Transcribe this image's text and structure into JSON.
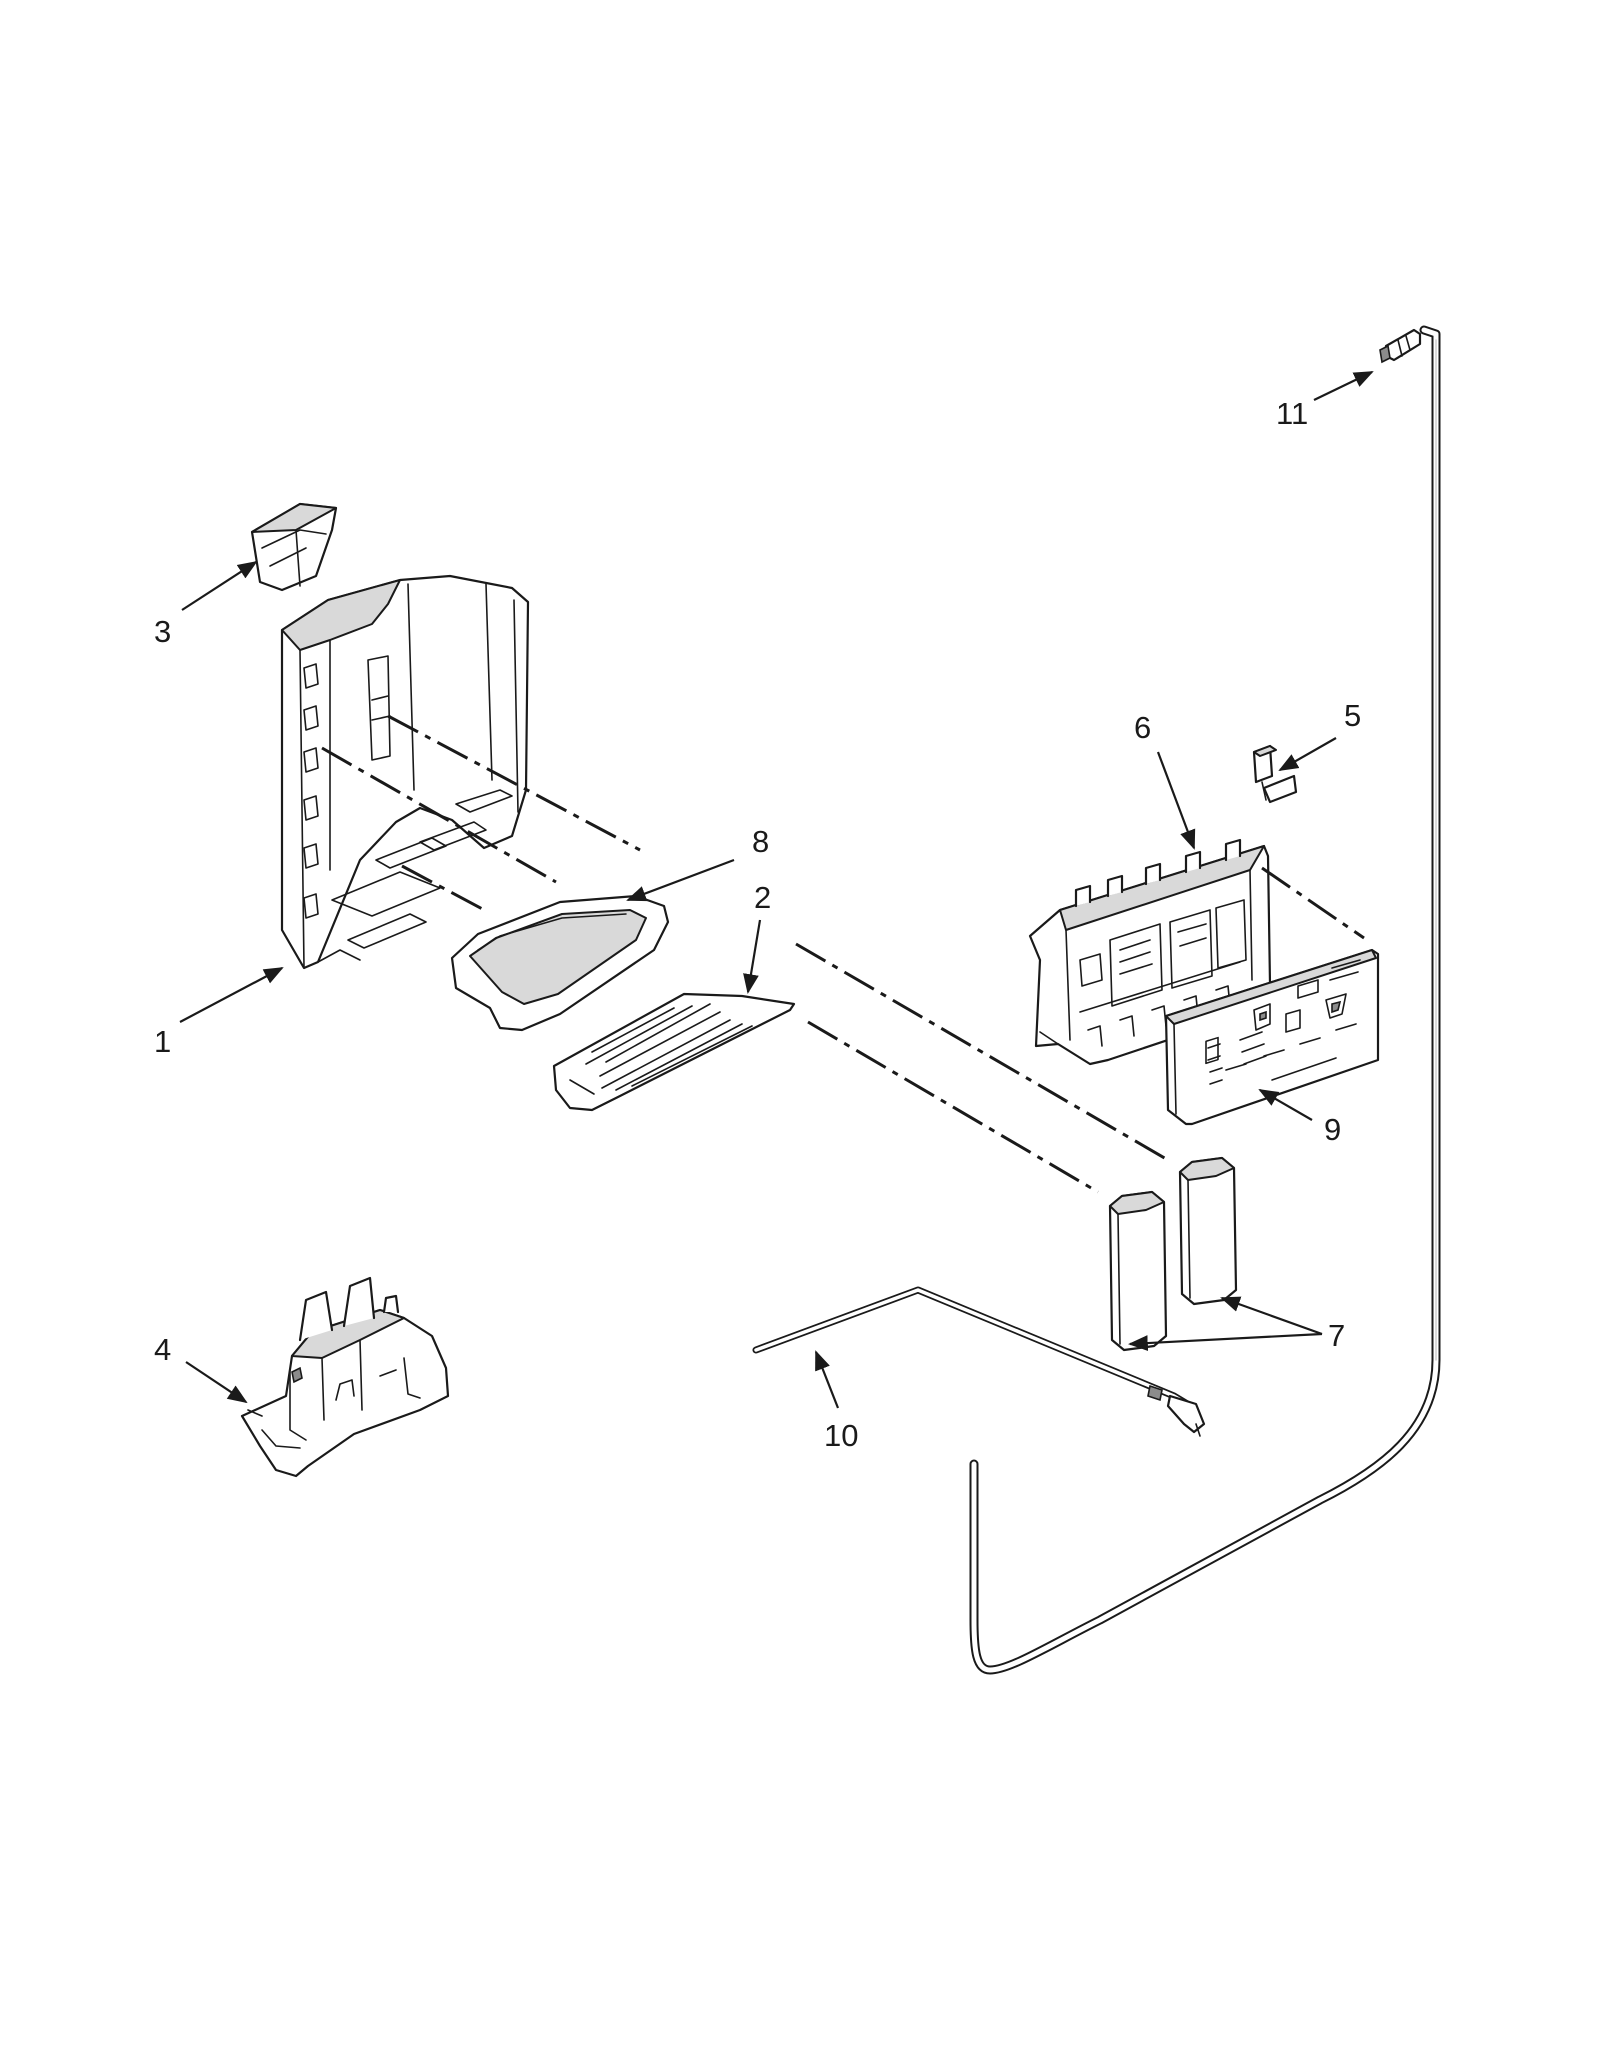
{
  "callouts": {
    "c1": "1",
    "c2": "2",
    "c3": "3",
    "c4": "4",
    "c5": "5",
    "c6": "6",
    "c7": "7",
    "c8": "8",
    "c9": "9",
    "c10": "10",
    "c11": "11"
  },
  "colors": {
    "line": "#1a1a1a",
    "background": "#ffffff",
    "shade": "#d9d9d9"
  }
}
